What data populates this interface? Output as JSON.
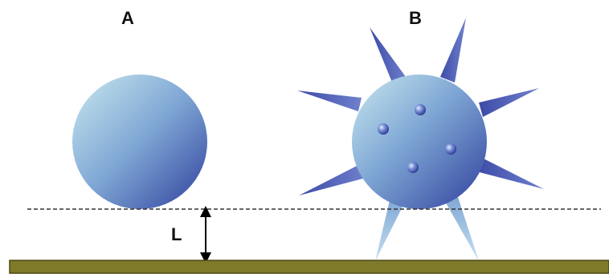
{
  "labels": {
    "panel_a": "A",
    "panel_b": "B",
    "gap": "L"
  },
  "colors": {
    "sphere_light": "#c9e8f0",
    "sphere_mid": "#7ea6d4",
    "sphere_dark": "#2f3f9c",
    "spike_dark": "#4a5bb4",
    "spike_light": "#a9c9e6",
    "substrate": "#7f7a2a",
    "substrate_edge": "#4e4a14",
    "reference_line": "#333333",
    "arrow": "#000000"
  }
}
